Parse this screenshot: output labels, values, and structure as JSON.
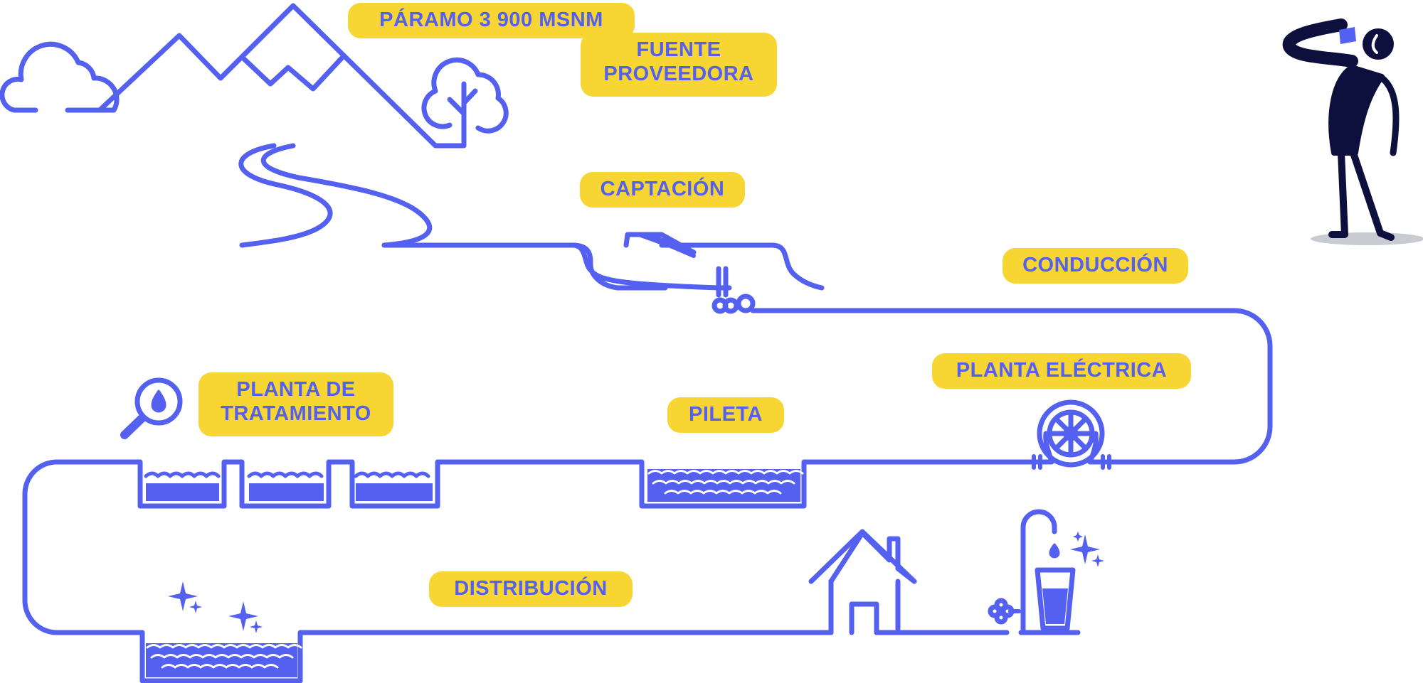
{
  "colors": {
    "line": "#5460f0",
    "label_bg": "#f7d532",
    "label_text": "#5460f0",
    "person": "#0d0f3d",
    "shadow": "#c9cbd2"
  },
  "labels": {
    "paramo": "PÁRAMO 3 900 MSNM",
    "fuente": [
      "FUENTE",
      "PROVEEDORA"
    ],
    "captacion": "CAPTACIÓN",
    "conduccion": "CONDUCCIÓN",
    "planta_electrica": "PLANTA ELÉCTRICA",
    "planta_tratamiento": [
      "PLANTA DE",
      "TRATAMIENTO"
    ],
    "pileta": "PILETA",
    "distribucion": "DISTRIBUCIÓN"
  },
  "icons": [
    "cloud-icon",
    "mountain-icon",
    "tree-icon",
    "river-icon",
    "dam-icon",
    "valve-icon",
    "water-wheel-icon",
    "magnifier-drop-icon",
    "tank-icon",
    "sparkle-icon",
    "house-icon",
    "faucet-icon",
    "glass-icon",
    "person-drinking-icon"
  ]
}
